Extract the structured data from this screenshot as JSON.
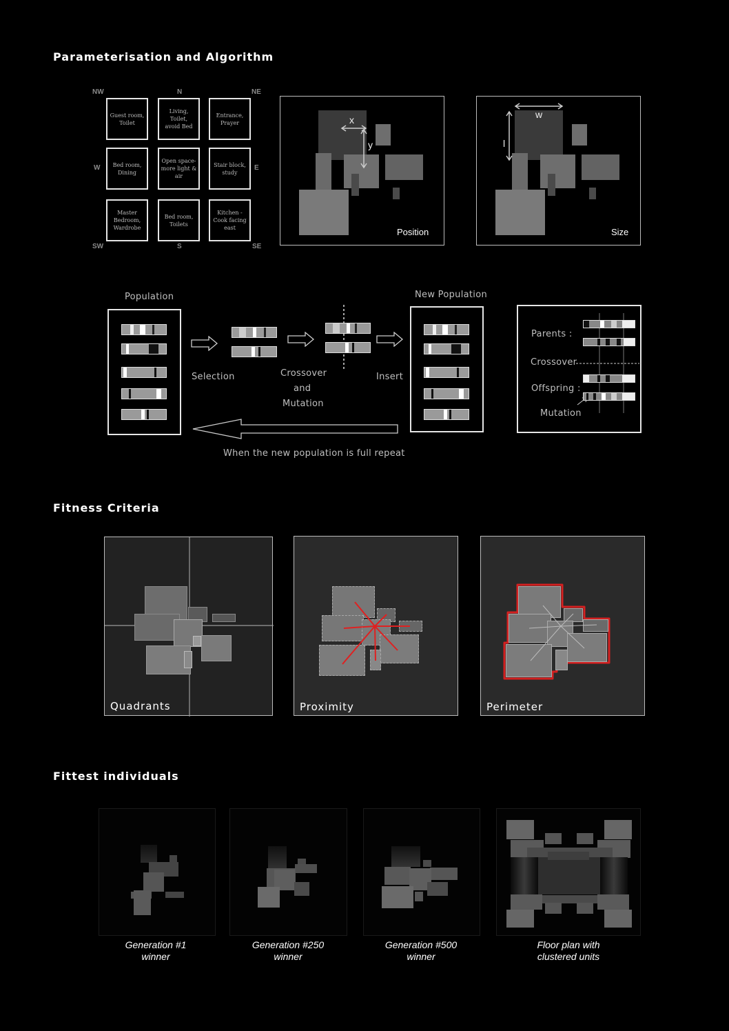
{
  "sections": {
    "param": "Parameterisation and Algorithm",
    "fitness": "Fitness Criteria",
    "fittest": "Fittest individuals"
  },
  "compass": {
    "nw": "NW",
    "n": "N",
    "ne": "NE",
    "w": "W",
    "e": "E",
    "sw": "SW",
    "s": "S",
    "se": "SE"
  },
  "grid": [
    "Guest room,\nToilet",
    "Living,\nToilet,\navoid Bed",
    "Entrance,\nPrayer",
    "Bed room,\nDining",
    "Open space-\nmore light &\nair",
    "Stair block,\nstudy",
    "Master\nBedroom,\nWardrobe",
    "Bed room,\nToilets",
    "Kitchen -\nCook facing\neast"
  ],
  "position_panel": {
    "label": "Position",
    "x": "x",
    "y": "y"
  },
  "size_panel": {
    "label": "Size",
    "w": "w",
    "l": "l"
  },
  "algorithm": {
    "population": "Population",
    "new_population": "New Population",
    "selection": "Selection",
    "crossover": "Crossover",
    "and": "and",
    "mutation": "Mutation",
    "insert": "Insert",
    "repeat": "When the new population is full repeat"
  },
  "legend": {
    "parents": "Parents :",
    "crossover": "Crossover",
    "offspring": "Offspring :",
    "mutation": "Mutation"
  },
  "fitness_panels": [
    "Quadrants",
    "Proximity",
    "Perimeter"
  ],
  "colors": {
    "perimeter": "#d42020",
    "proximity": "#e02020"
  },
  "fittest_captions": [
    "Generation #1\nwinner",
    "Generation #250\nwinner",
    "Generation #500\nwinner",
    "Floor plan with\nclustered units"
  ]
}
